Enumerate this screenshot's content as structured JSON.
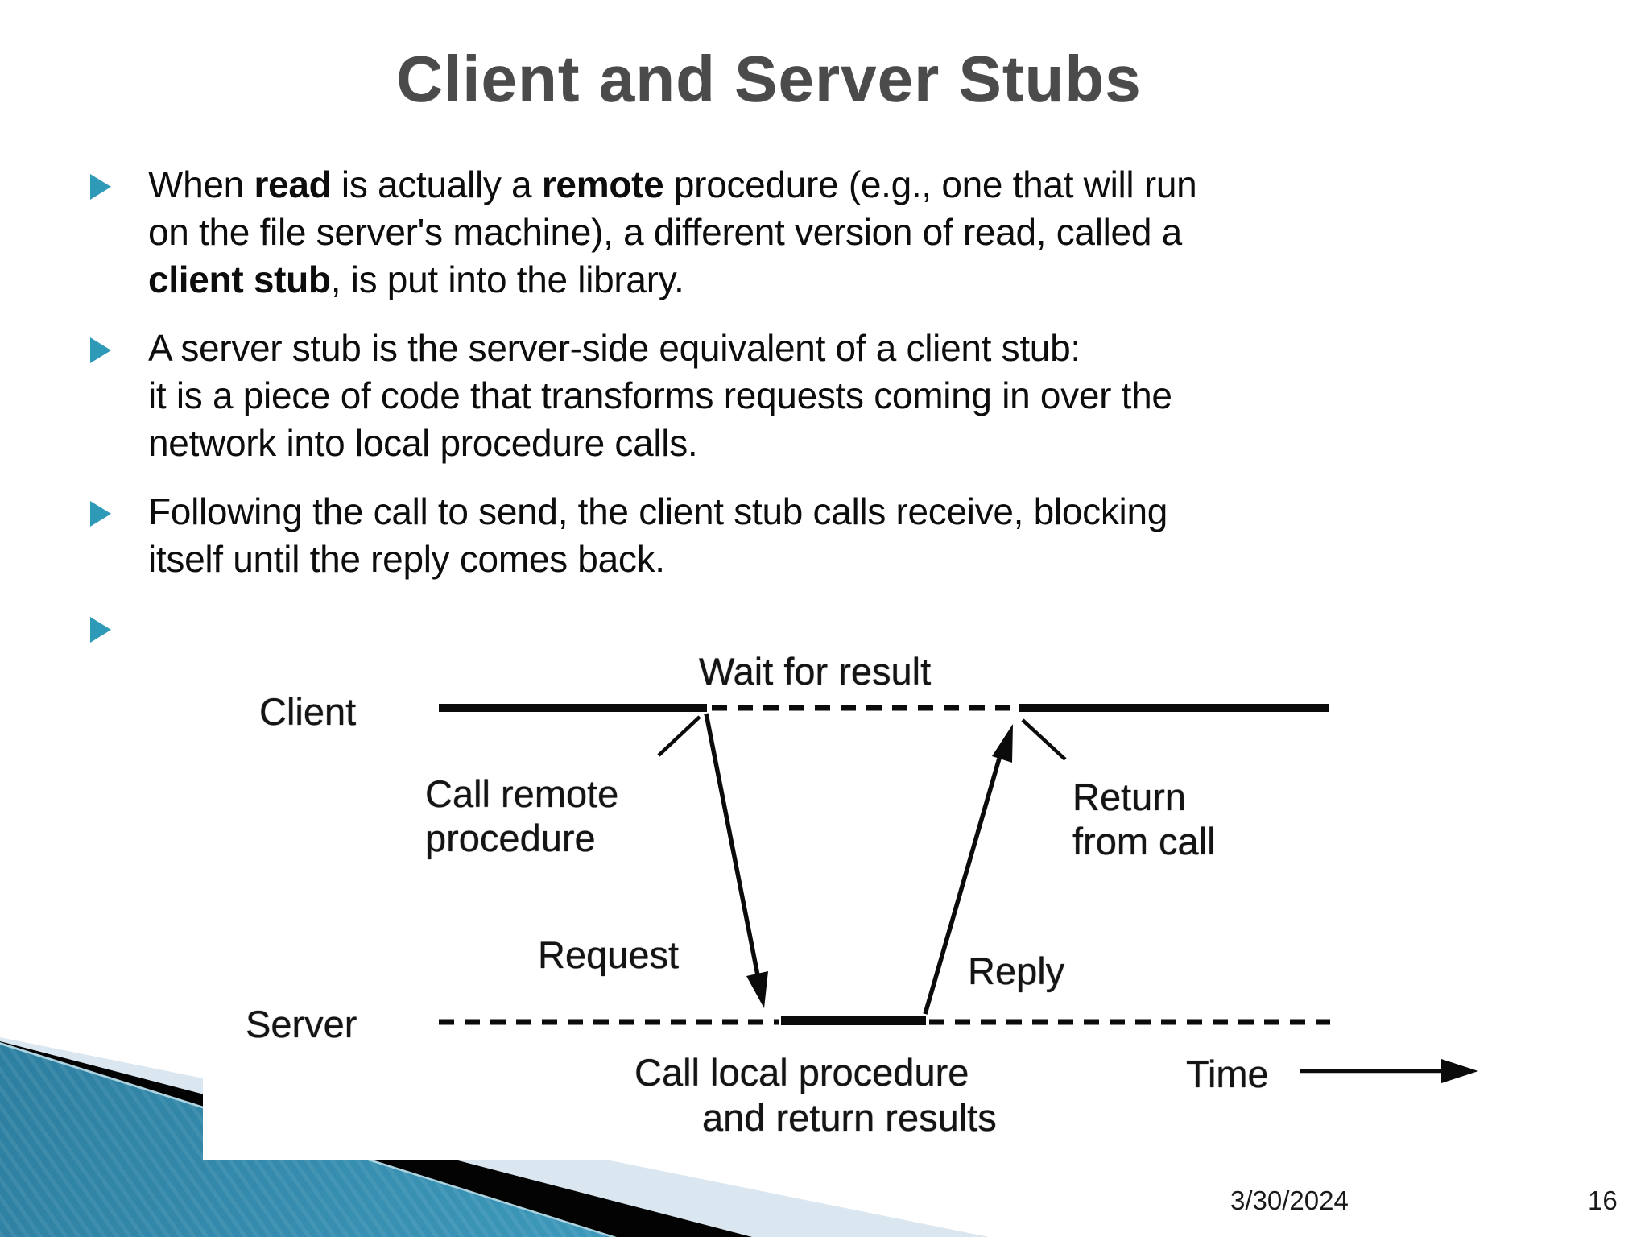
{
  "slide": {
    "title": "Client and Server Stubs",
    "footer": {
      "date": "3/30/2024",
      "page": "16"
    },
    "colors": {
      "accent_teal": "#2f9ab8",
      "wedge_teal_dark": "#226d8f",
      "wedge_teal_light": "#54b2d2",
      "wedge_black": "#030303",
      "wedge_pale": "#dbe7f0",
      "title_gray": "#4b4b4b"
    }
  },
  "bullets": [
    {
      "lines": [
        [
          [
            "When ",
            0
          ],
          [
            "read",
            1
          ],
          [
            " is actually a ",
            0
          ],
          [
            "remote",
            1
          ],
          [
            " procedure (e.g., one that will run",
            0
          ]
        ],
        [
          [
            "on the file server's machine), a different version of read, called a",
            0
          ]
        ],
        [
          [
            "client stub",
            1
          ],
          [
            ", is put into the library.",
            0
          ]
        ]
      ]
    },
    {
      "lines": [
        [
          [
            "A server stub is the server-side equivalent of a client stub:",
            0
          ]
        ],
        [
          [
            "it is a piece of code that transforms requests coming in over the",
            0
          ]
        ],
        [
          [
            "network into local procedure calls.",
            0
          ]
        ]
      ]
    },
    {
      "lines": [
        [
          [
            "Following the call to send, the client stub calls receive, blocking",
            0
          ]
        ],
        [
          [
            "itself until the reply comes back.",
            0
          ]
        ]
      ]
    },
    {
      "lines": []
    }
  ],
  "diagram": {
    "client_label": "Client",
    "server_label": "Server",
    "wait_label": "Wait for result",
    "call_remote_line1": "Call remote",
    "call_remote_line2": "procedure",
    "return_line1": "Return",
    "return_line2": "from call",
    "request_label": "Request",
    "reply_label": "Reply",
    "call_local_line1": "Call local procedure",
    "call_local_line2": "and return results",
    "time_label": "Time"
  }
}
